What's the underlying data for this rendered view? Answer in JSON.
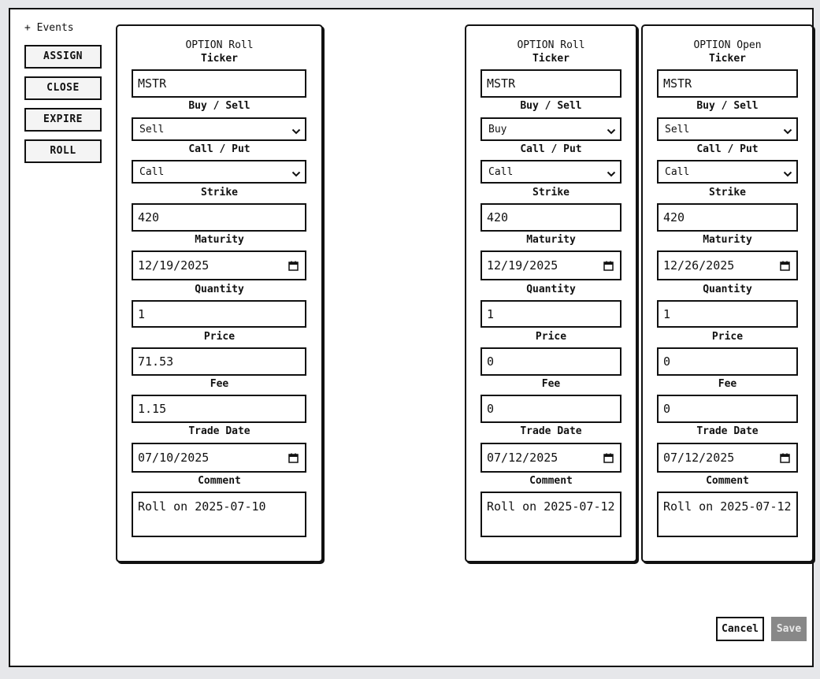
{
  "events": {
    "title": "+ Events",
    "buttons": [
      "ASSIGN",
      "CLOSE",
      "EXPIRE",
      "ROLL"
    ]
  },
  "labels": {
    "ticker": "Ticker",
    "side": "Buy / Sell",
    "type": "Call / Put",
    "strike": "Strike",
    "maturity": "Maturity",
    "quantity": "Quantity",
    "price": "Price",
    "fee": "Fee",
    "trade_date": "Trade Date",
    "comment": "Comment"
  },
  "cards": [
    {
      "title": "OPTION Roll",
      "ticker": "MSTR",
      "side": "Sell",
      "type": "Call",
      "strike": "420",
      "maturity": "12/19/2025",
      "quantity": "1",
      "price": "71.53",
      "fee": "1.15",
      "trade_date": "07/10/2025",
      "comment": "Roll on 2025-07-10"
    },
    {
      "title": "OPTION Roll",
      "ticker": "MSTR",
      "side": "Buy",
      "type": "Call",
      "strike": "420",
      "maturity": "12/19/2025",
      "quantity": "1",
      "price": "0",
      "fee": "0",
      "trade_date": "07/12/2025",
      "comment": "Roll on 2025-07-12"
    },
    {
      "title": "OPTION Open",
      "ticker": "MSTR",
      "side": "Sell",
      "type": "Call",
      "strike": "420",
      "maturity": "12/26/2025",
      "quantity": "1",
      "price": "0",
      "fee": "0",
      "trade_date": "07/12/2025",
      "comment": "Roll on 2025-07-12"
    }
  ],
  "footer": {
    "cancel_label": "Cancel",
    "save_label": "Save"
  }
}
